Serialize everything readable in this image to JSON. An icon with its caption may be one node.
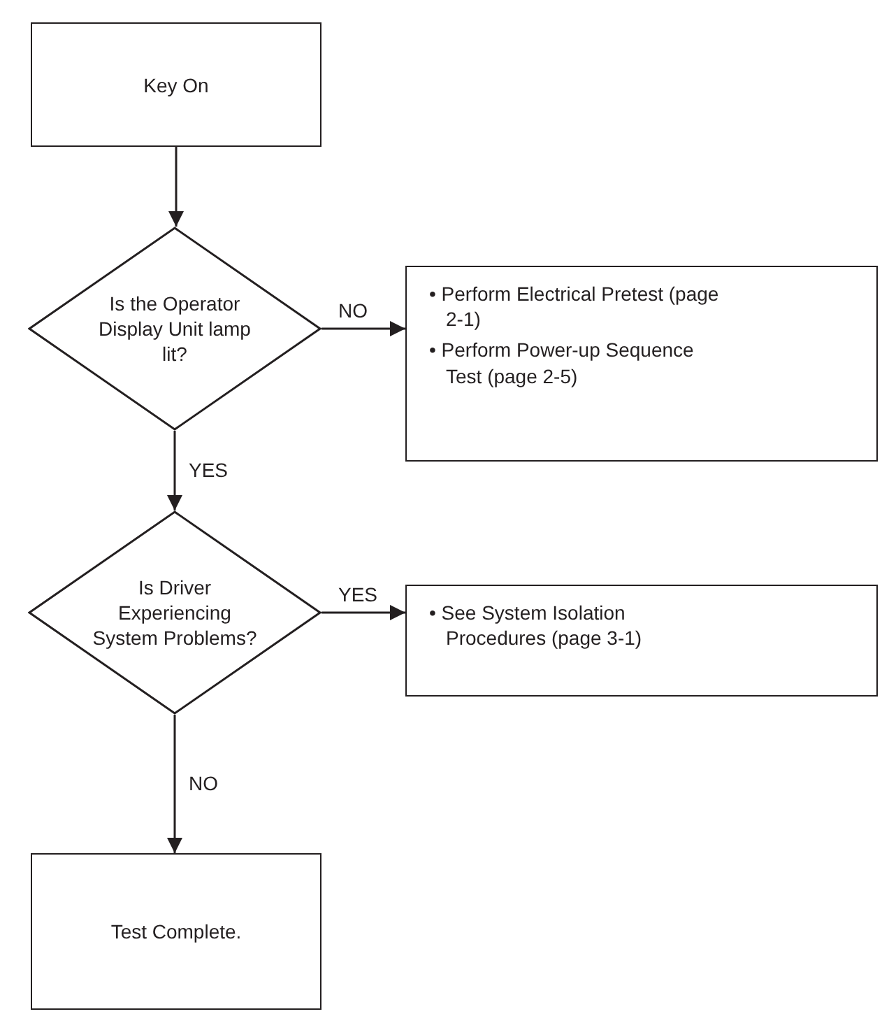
{
  "diagram": {
    "nodes": [
      {
        "text": [
          "Key On"
        ]
      },
      {
        "text": [
          "Is the Operator Display Unit lamp lit?"
        ]
      },
      {
        "text": [
          "• Perform Electrical Pretest (page 2-1)",
          "• Perform Power-up Sequence Test (page 2-5)"
        ]
      },
      {
        "text": [
          "Is Driver Experiencing System Problems?"
        ]
      },
      {
        "text": [
          "• See System Isolation Procedures (page 3-1)"
        ]
      },
      {
        "text": [
          "Test Complete."
        ]
      }
    ],
    "edges": [
      {
        "from": 0,
        "to": 1,
        "arrow": "to"
      },
      {
        "from": 1,
        "to": 2,
        "arrow": "to",
        "label": "NO"
      },
      {
        "from": 1,
        "to": 3,
        "arrow": "to",
        "label": "YES"
      },
      {
        "from": 3,
        "to": 4,
        "arrow": "to",
        "label": "YES"
      },
      {
        "from": 3,
        "to": 5,
        "arrow": "to",
        "label": "NO"
      }
    ]
  }
}
